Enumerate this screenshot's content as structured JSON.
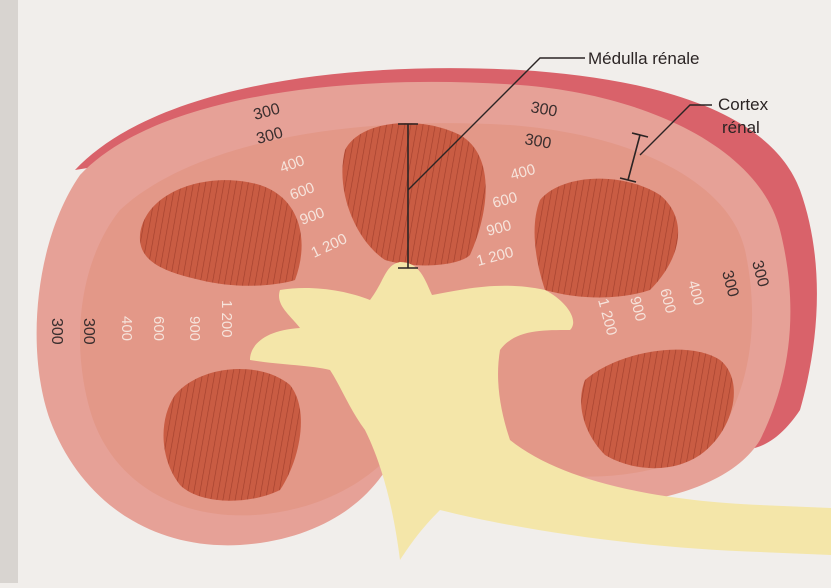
{
  "labels": {
    "medulla": "Médulla rénale",
    "cortex_line1": "Cortex",
    "cortex_line2": "rénal"
  },
  "osmolarity": {
    "top_left": [
      "300",
      "300",
      "400",
      "600",
      "900",
      "1 200"
    ],
    "top_right": [
      "300",
      "300",
      "400",
      "600",
      "900",
      "1 200"
    ],
    "left": [
      "300",
      "300",
      "400",
      "600",
      "900",
      "1 200"
    ],
    "right": [
      "300",
      "300",
      "400",
      "600",
      "900",
      "1 200"
    ]
  },
  "colors": {
    "capsule": "#d9626a",
    "cortex": "#e6a197",
    "inner_cortex": "#e39888",
    "pyramid": "#c95c43",
    "pyramid_stripe": "#9e3a28",
    "pelvis": "#f4e6a9",
    "background": "#f1eeeb"
  }
}
